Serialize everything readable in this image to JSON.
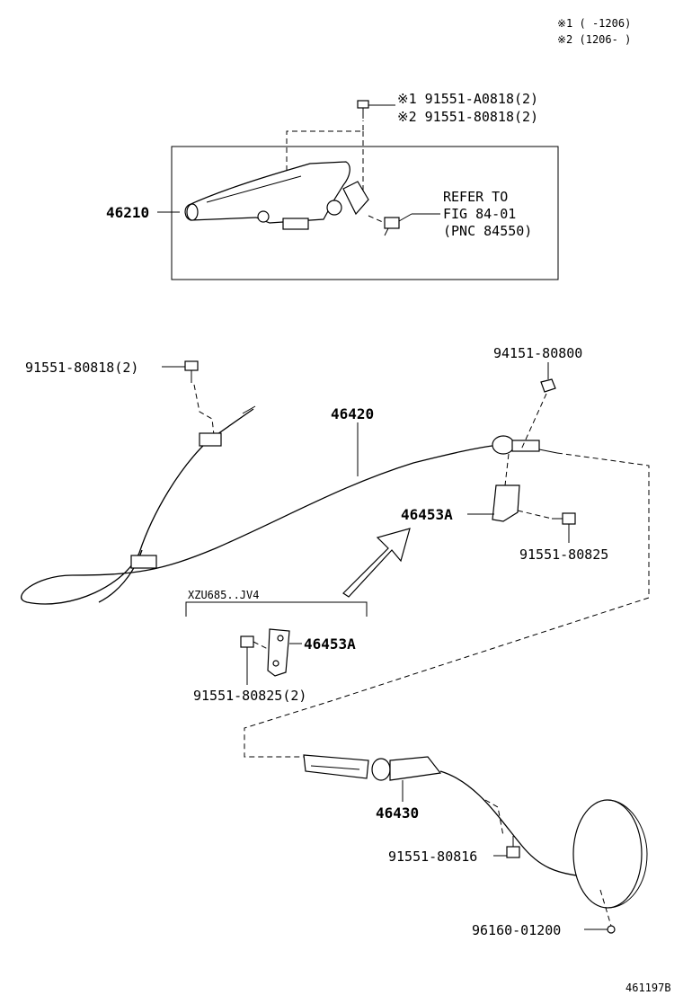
{
  "notes": {
    "note1": "※1 (    -1206)",
    "note2": "※2 (1206-    )"
  },
  "top_group": {
    "bolt_label_1": "※1 91551-A0818(2)",
    "bolt_label_2": "※2 91551-80818(2)",
    "lever_part": "46210",
    "refer_line1": "REFER TO",
    "refer_line2": "FIG 84-01",
    "refer_line3": "(PNC 84550)"
  },
  "main": {
    "bolt_left": "91551-80818(2)",
    "nut_right": "94151-80800",
    "cable_front": "46420",
    "bracket_a": "46453A",
    "bolt_bracket": "91551-80825",
    "variant_label": "XZU685..JV4",
    "bracket_a_variant": "46453A",
    "bolt_bracket_variant": "91551-80825(2)"
  },
  "bottom_group": {
    "cable_rear": "46430",
    "bolt_rear": "91551-80816",
    "clip": "96160-01200"
  },
  "figure_id": "461197B"
}
